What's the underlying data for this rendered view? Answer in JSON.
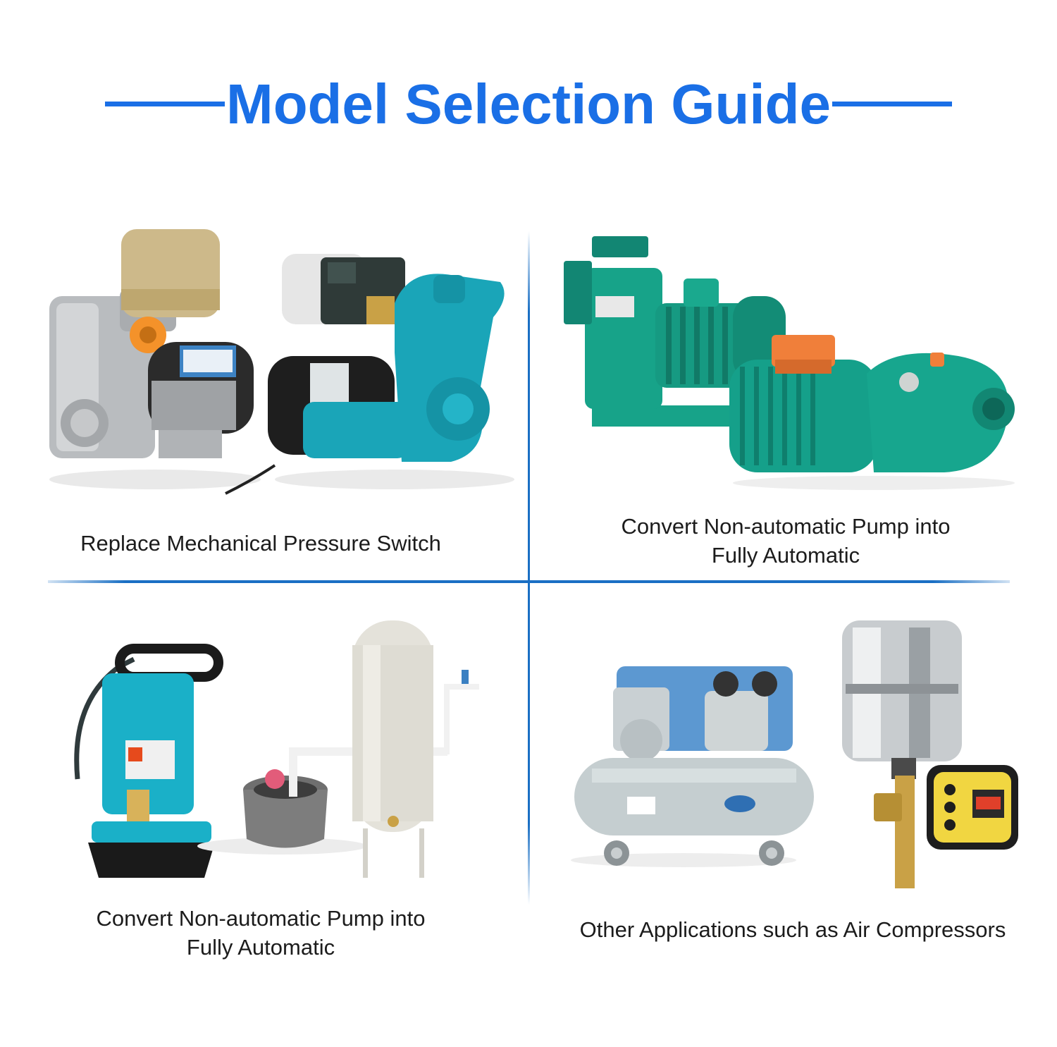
{
  "title": {
    "text": "Model Selection Guide",
    "color": "#1a6fe6"
  },
  "panels": [
    {
      "id": "top-left",
      "caption_lines": [
        "Replace Mechanical Pressure Switch"
      ],
      "images": [
        "booster-pump-with-pressure-tank",
        "automatic-booster-pump-with-mechanical-switch"
      ]
    },
    {
      "id": "top-right",
      "caption_lines": [
        "Convert Non-automatic Pump into",
        "Fully Automatic"
      ],
      "images": [
        "self-priming-centrifugal-pump",
        "jet-pump"
      ]
    },
    {
      "id": "bottom-left",
      "caption_lines": [
        "Convert Non-automatic Pump into",
        "Fully Automatic"
      ],
      "images": [
        "submersible-pump",
        "water-well",
        "vertical-water-tank"
      ]
    },
    {
      "id": "bottom-right",
      "caption_lines": [
        "Other Applications such as Air Compressors"
      ],
      "images": [
        "air-compressor",
        "pressure-tank-with-digital-pressure-switch"
      ]
    }
  ],
  "colors": {
    "title_blue": "#1a6fe6",
    "divider_blue": "#1a6fc4",
    "pump_teal": "#1aa5b8",
    "pump_green": "#16a08c",
    "brass": "#c9a146",
    "steel": "#b9bcbf"
  }
}
